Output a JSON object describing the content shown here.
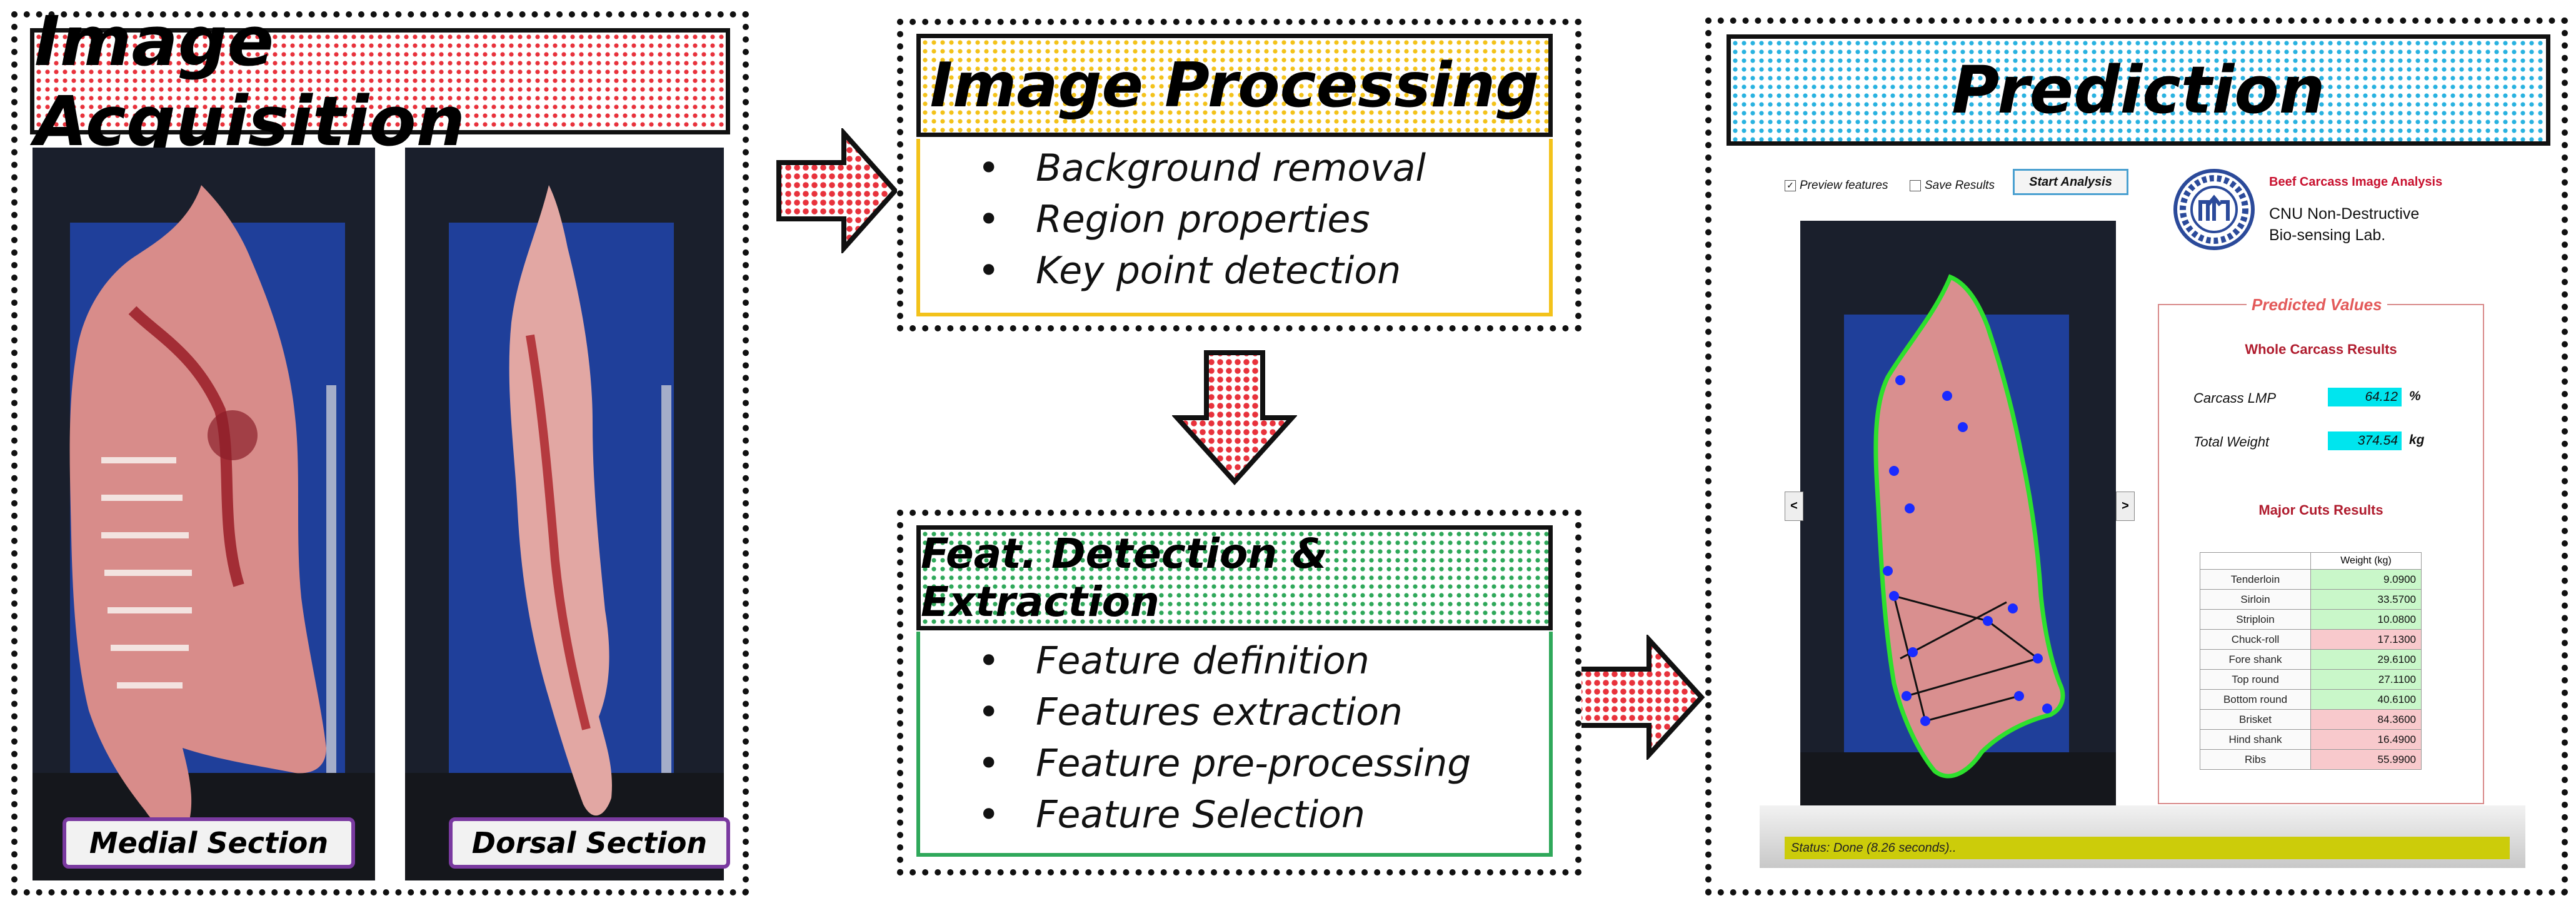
{
  "stages": {
    "acquisition": {
      "title": "Image Acquisition",
      "labels": [
        "Medial Section",
        "Dorsal Section"
      ]
    },
    "processing": {
      "title": "Image Processing",
      "items": [
        "Background removal",
        "Region properties",
        "Key point detection"
      ]
    },
    "features": {
      "title": "Feat. Detection & Extraction",
      "items": [
        "Feature definition",
        "Features extraction",
        "Feature pre-processing",
        "Feature Selection"
      ]
    },
    "prediction": {
      "title": "Prediction"
    }
  },
  "app": {
    "preview_label": "Preview features",
    "save_label": "Save Results",
    "start_label": "Start Analysis",
    "app_title": "Beef Carcass Image Analysis",
    "lab_line1": "CNU Non-Destructive",
    "lab_line2": "Bio-sensing Lab.",
    "prev_glyph": "<",
    "next_glyph": ">",
    "predicted_title": "Predicted Values",
    "whole_title": "Whole Carcass Results",
    "lmp_label": "Carcass LMP",
    "lmp_value": "64.12",
    "lmp_unit": "%",
    "weight_label": "Total Weight",
    "weight_value": "374.54",
    "weight_unit": "kg",
    "cuts_title": "Major Cuts Results",
    "table_header": "Weight (kg)",
    "cuts": [
      {
        "name": "Tenderloin",
        "value": "9.0900"
      },
      {
        "name": "Sirloin",
        "value": "33.5700"
      },
      {
        "name": "Striploin",
        "value": "10.0800"
      },
      {
        "name": "Chuck-roll",
        "value": "17.1300"
      },
      {
        "name": "Fore shank",
        "value": "29.6100"
      },
      {
        "name": "Top round",
        "value": "27.1100"
      },
      {
        "name": "Bottom round",
        "value": "40.6100"
      },
      {
        "name": "Brisket",
        "value": "84.3600"
      },
      {
        "name": "Hind shank",
        "value": "16.4900"
      },
      {
        "name": "Ribs",
        "value": "55.9900"
      }
    ],
    "status": "Status: Done (8.26 seconds).."
  },
  "colors": {
    "red": "#e8323c",
    "yellow": "#f3c21a",
    "green": "#2fa85a",
    "blue": "#29b2e0",
    "purple": "#7a3aa0",
    "cyan": "#00e5ee"
  }
}
